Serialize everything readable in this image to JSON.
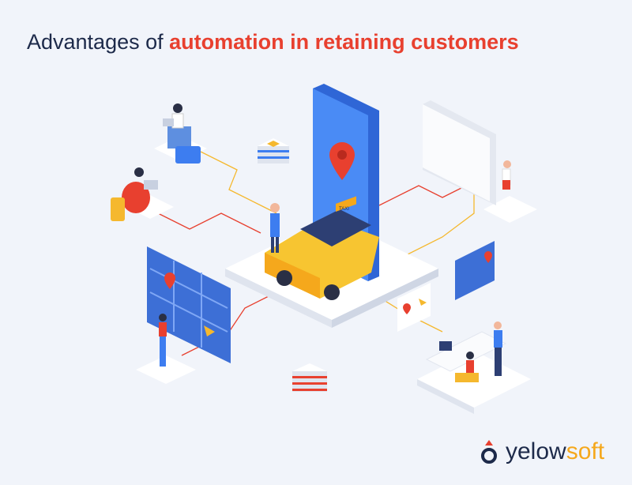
{
  "title": {
    "prefix": "Advantages of ",
    "highlight": "automation in retaining customers"
  },
  "illustration": {
    "taxi_sign": "TAXI"
  },
  "logo": {
    "part1": "yelow",
    "part2": "soft"
  },
  "colors": {
    "title_dark": "#1d2a4a",
    "accent_red": "#e8402f",
    "brand_yellow": "#f5a81c",
    "phone_blue": "#3d7df0"
  }
}
